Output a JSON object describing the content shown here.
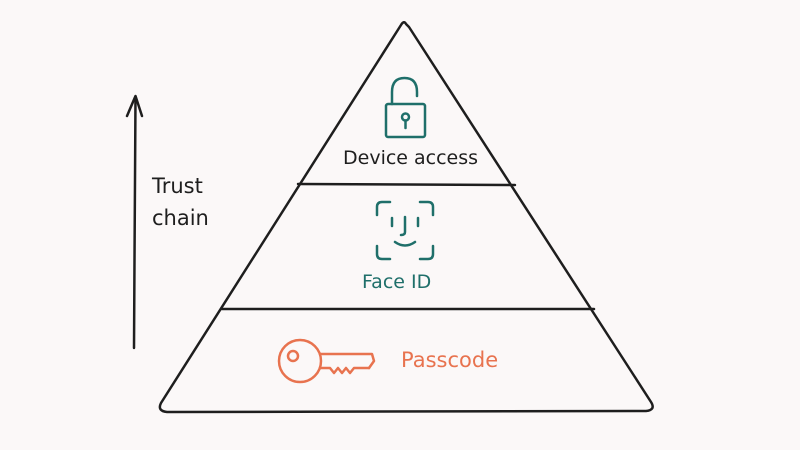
{
  "axis": {
    "label_line1": "Trust",
    "label_line2": "chain"
  },
  "levels": [
    {
      "label": "Device access",
      "icon": "unlocked-padlock-icon",
      "color": "#1f6f6a"
    },
    {
      "label": "Face ID",
      "icon": "face-id-icon",
      "color": "#1f6f6a"
    },
    {
      "label": "Passcode",
      "icon": "key-icon",
      "color": "#e8734f"
    }
  ],
  "colors": {
    "background": "#fbf8f8",
    "ink": "#1e1e1e",
    "teal": "#1f6f6a",
    "orange": "#e8734f"
  }
}
